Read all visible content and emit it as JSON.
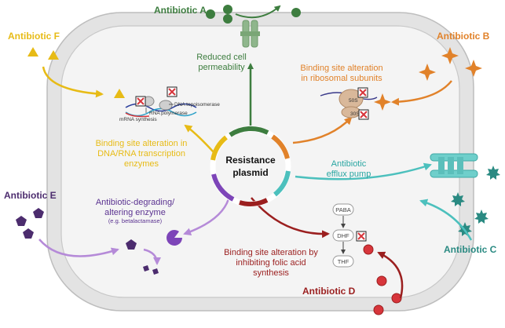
{
  "antibiotics": {
    "a": {
      "label": "Antibiotic A",
      "color": "#3d7d3f"
    },
    "b": {
      "label": "Antibiotic B",
      "color": "#e1822a"
    },
    "c": {
      "label": "Antibiotic C",
      "color": "#2a8a82"
    },
    "d": {
      "label": "Antibiotic D",
      "color": "#9b1f1f"
    },
    "e": {
      "label": "Antibiotic E",
      "color": "#4c2c6e"
    },
    "f": {
      "label": "Antibiotic F",
      "color": "#e7bb16"
    }
  },
  "mechanisms": {
    "permeability": [
      "Reduced cell",
      "permeability"
    ],
    "ribosome": [
      "Binding site alteration",
      "in ribosomal subunits"
    ],
    "dna": [
      "Binding site alteration in",
      "DNA/RNA transcription",
      "enzymes"
    ],
    "efflux": [
      "Antibiotic",
      "efflux pump"
    ],
    "enzyme": [
      "Antibiotic-degrading/",
      "altering enzyme"
    ],
    "enzyme_note": "(e.g. betalactamase)",
    "folic": [
      "Binding site alteration by",
      "inhibiting folic acid",
      "synthesis"
    ]
  },
  "plasmid": [
    "Resistance",
    "plasmid"
  ],
  "dna_labels": {
    "topoisomerase": "DNA topoisomerase",
    "rna_polymerase": "RNA polymerase",
    "mrna": "mRNA synthesis"
  },
  "ribosome_labels": {
    "large": "50S",
    "small": "30S"
  },
  "folate_pathway": [
    "PABA",
    "DHF",
    "THF"
  ]
}
